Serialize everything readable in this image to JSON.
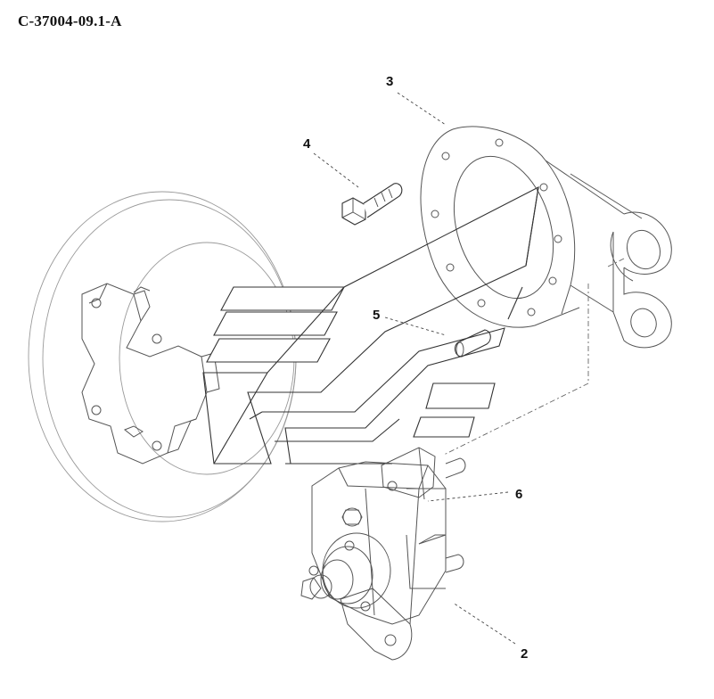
{
  "figure": {
    "code": "C-37004-09.1-A"
  },
  "callouts": [
    {
      "id": "c3",
      "label": "3"
    },
    {
      "id": "c4",
      "label": "4"
    },
    {
      "id": "c5",
      "label": "5"
    },
    {
      "id": "c6",
      "label": "6"
    },
    {
      "id": "c2",
      "label": "2"
    }
  ]
}
